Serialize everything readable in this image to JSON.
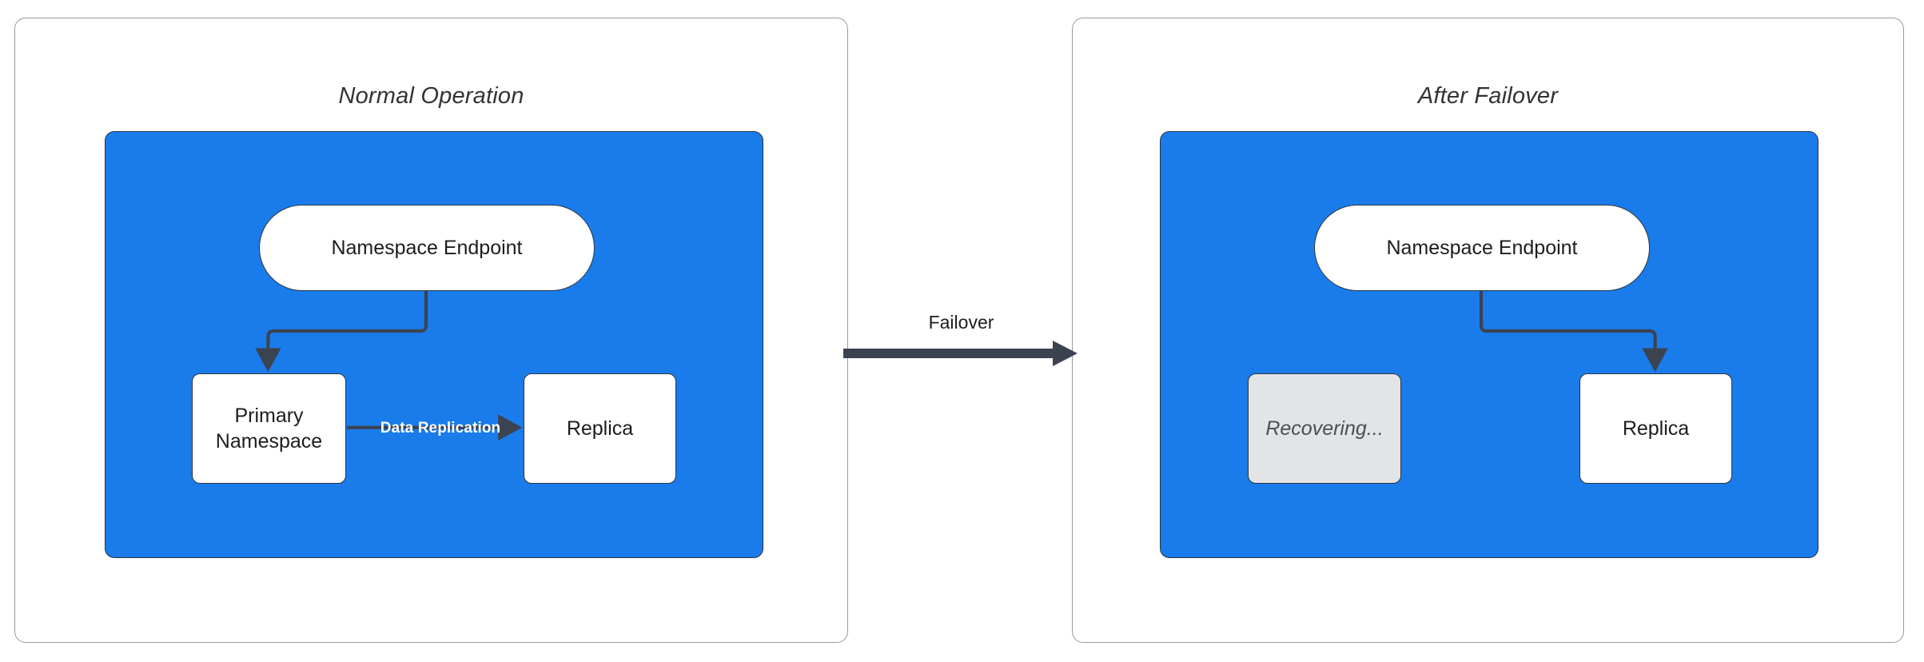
{
  "diagram": {
    "title_left": "Normal Operation",
    "title_right": "After Failover",
    "accent_blue": "#1a7ceb",
    "stroke_dark": "#3b4351",
    "muted_fill": "#e2e4e6",
    "panel_border": "#9a9a9a"
  },
  "left_panel": {
    "title": "Normal Operation",
    "nodes": {
      "endpoint": "Namespace Endpoint",
      "primary": "Primary\nNamespace",
      "primary_line1": "Primary",
      "primary_line2": "Namespace",
      "replica": "Replica"
    },
    "edges": {
      "endpoint_to_primary": "",
      "data_replication": "Data Replication"
    }
  },
  "transition": {
    "label": "Failover",
    "arrow": "arrow-right-icon"
  },
  "right_panel": {
    "title": "After Failover",
    "nodes": {
      "endpoint": "Namespace Endpoint",
      "recovering": "Recovering...",
      "replica": "Replica"
    },
    "edges": {
      "endpoint_to_replica": ""
    }
  }
}
